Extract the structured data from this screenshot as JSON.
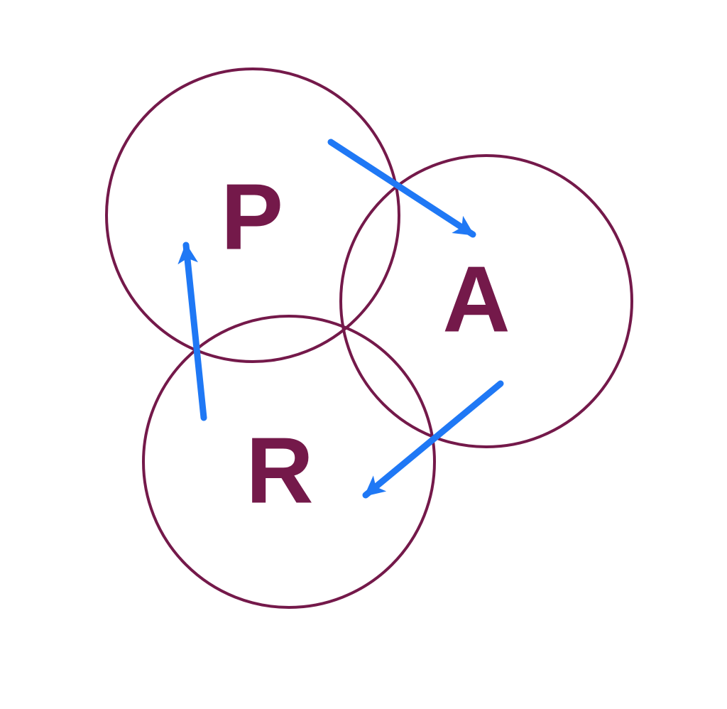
{
  "colors": {
    "background": "#ffffff",
    "circle_stroke": "#74194a",
    "label": "#74194a",
    "arrow": "#1f78f5"
  },
  "nodes": [
    {
      "id": "p",
      "label": "P"
    },
    {
      "id": "a",
      "label": "A"
    },
    {
      "id": "r",
      "label": "R"
    }
  ],
  "cycle": [
    {
      "from": "p",
      "to": "a",
      "icon": "arrow-right-down-icon"
    },
    {
      "from": "a",
      "to": "r",
      "icon": "arrow-left-down-icon"
    },
    {
      "from": "r",
      "to": "p",
      "icon": "arrow-up-icon"
    }
  ]
}
